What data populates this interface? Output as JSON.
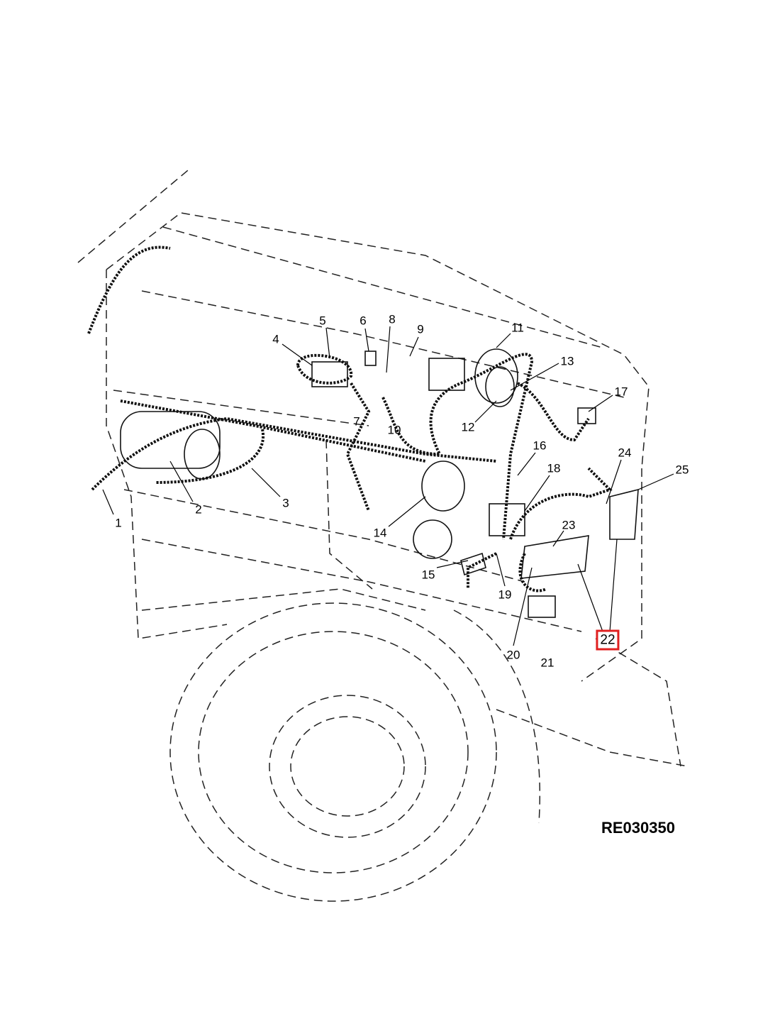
{
  "diagram": {
    "callouts": [
      "1",
      "2",
      "3",
      "4",
      "5",
      "6",
      "7",
      "8",
      "9",
      "10",
      "11",
      "12",
      "13",
      "14",
      "15",
      "16",
      "17",
      "18",
      "19",
      "20",
      "21",
      "22",
      "23",
      "24",
      "25"
    ],
    "highlighted_callout": "22",
    "highlight_color": "#e02020",
    "reference_code": "RE030350"
  }
}
